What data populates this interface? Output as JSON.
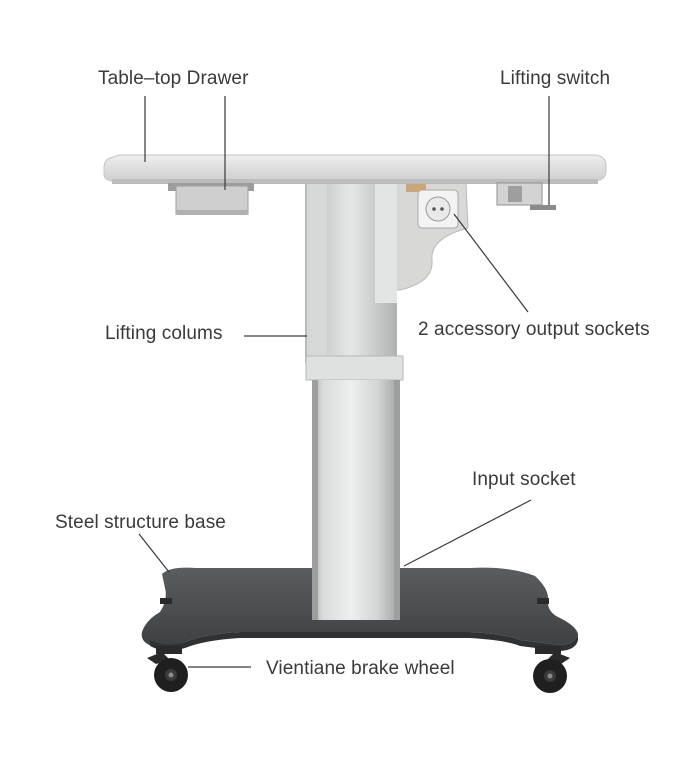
{
  "labels": {
    "drawer": "Table–top Drawer",
    "lifting_switch": "Lifting switch",
    "lifting_columns": "Lifting colums",
    "output_sockets": "2 accessory output sockets",
    "input_socket": "Input socket",
    "base": "Steel structure base",
    "brake_wheel": "Vientiane brake wheel"
  },
  "colors": {
    "tabletop": "#e4e4e4",
    "column": "#c9cbcb",
    "base": "#4b4e50",
    "bracket": "#d8d9d6",
    "leader_line": "#3a3a3a",
    "text": "#3a3a3a"
  }
}
